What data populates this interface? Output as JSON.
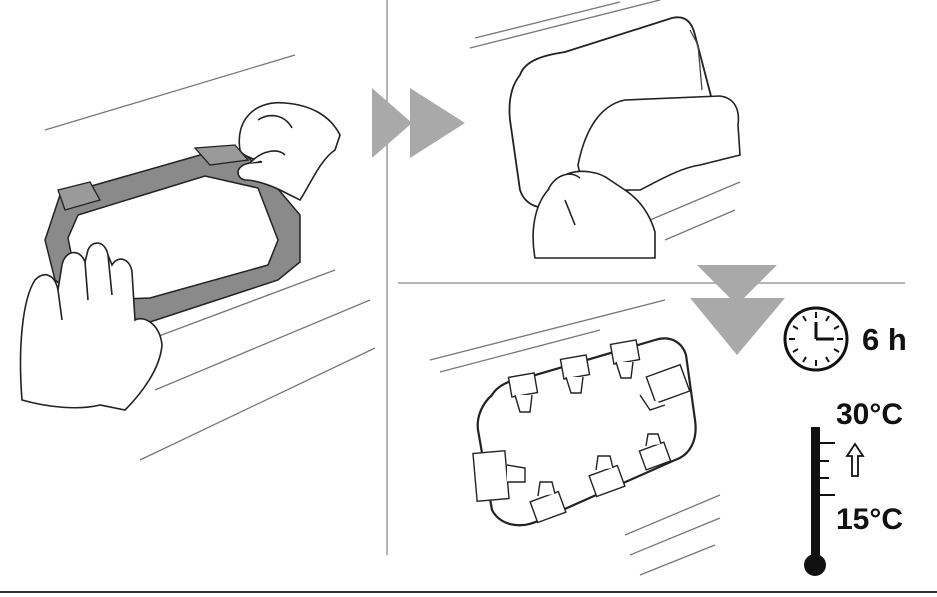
{
  "instructions": {
    "steps": [
      {
        "id": 1,
        "action": "fit-frame-on-surface",
        "icons": [
          "hands-icon",
          "frame-icon"
        ]
      },
      {
        "id": 2,
        "action": "press-panel-edges",
        "icons": [
          "hands-icon",
          "panel-icon"
        ]
      },
      {
        "id": 3,
        "action": "clamp-with-binder-clips",
        "icons": [
          "binder-clip-icon"
        ]
      }
    ],
    "conditions": {
      "time": "6 h",
      "temp_high": "30°C",
      "temp_low": "15°C"
    },
    "colors": {
      "line": "#111111",
      "frame_fill": "#8a8a8a",
      "arrow_fill": "#a9a9a9",
      "divider": "#b5b5b5"
    }
  }
}
